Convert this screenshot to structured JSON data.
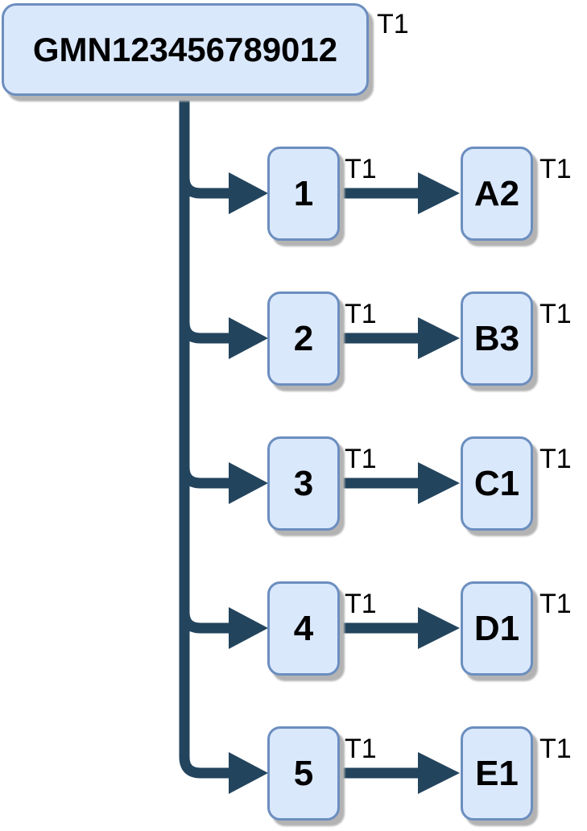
{
  "diagram": {
    "root": {
      "label": "GMN123456789012",
      "tag": "T1"
    },
    "connections": [
      {
        "source": {
          "label": "1",
          "tag": "T1"
        },
        "target": {
          "label": "A2",
          "tag": "T1"
        }
      },
      {
        "source": {
          "label": "2",
          "tag": "T1"
        },
        "target": {
          "label": "B3",
          "tag": "T1"
        }
      },
      {
        "source": {
          "label": "3",
          "tag": "T1"
        },
        "target": {
          "label": "C1",
          "tag": "T1"
        }
      },
      {
        "source": {
          "label": "4",
          "tag": "T1"
        },
        "target": {
          "label": "D1",
          "tag": "T1"
        }
      },
      {
        "source": {
          "label": "5",
          "tag": "T1"
        },
        "target": {
          "label": "E1",
          "tag": "T1"
        }
      }
    ],
    "colors": {
      "node_fill": "#dae8fc",
      "node_border": "#6c8ebf",
      "connector": "#23445d",
      "shadow": "#b3b3b3",
      "text": "#000000",
      "background": "#ffffff"
    }
  }
}
